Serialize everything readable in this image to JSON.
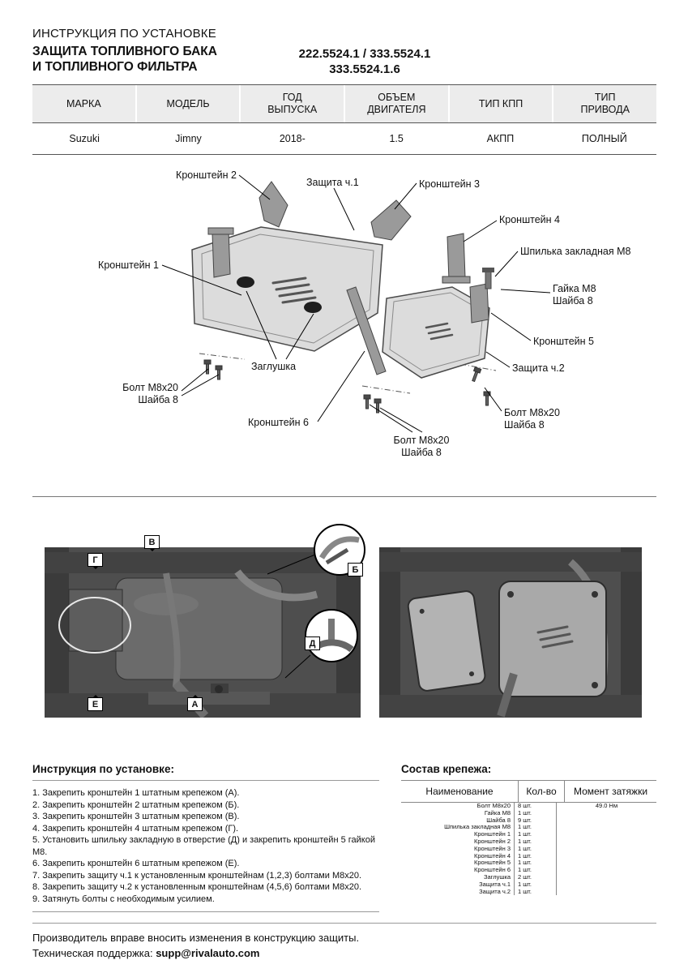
{
  "header": {
    "title": "ИНСТРУКЦИЯ ПО УСТАНОВКЕ",
    "subtitle_line1": "ЗАЩИТА ТОПЛИВНОГО БАКА",
    "subtitle_line2": "И ТОПЛИВНОГО ФИЛЬТРА",
    "part_numbers_top": "222.5524.1 / 333.5524.1",
    "part_numbers_bottom": "333.5524.1.6"
  },
  "vehicle_table": {
    "headers": [
      "МАРКА",
      "МОДЕЛЬ",
      "ГОД\nВЫПУСКА",
      "ОБЪЕМ\nДВИГАТЕЛЯ",
      "ТИП КПП",
      "ТИП\nПРИВОДА"
    ],
    "row": [
      "Suzuki",
      "Jimny",
      "2018-",
      "1.5",
      "АКПП",
      "ПОЛНЫЙ"
    ]
  },
  "diagram": {
    "labels": {
      "bracket2": "Кронштейн 2",
      "shield1": "Защита ч.1",
      "bracket3": "Кронштейн 3",
      "bracket4": "Кронштейн 4",
      "stud": "Шпилька закладная М8",
      "bracket1": "Кронштейн 1",
      "nut": "Гайка М8\nШайба 8",
      "bracket5": "Кронштейн 5",
      "shield2": "Защита ч.2",
      "plug": "Заглушка",
      "bolt_left": "Болт М8х20\nШайба 8",
      "bracket6": "Кронштейн 6",
      "bolt_center": "Болт М8х20\nШайба 8",
      "bolt_right": "Болт М8х20\nШайба 8"
    }
  },
  "photos": {
    "callouts": {
      "g": "Г",
      "v": "В",
      "b": "Б",
      "d": "Д",
      "e": "Е",
      "a": "А"
    }
  },
  "instructions": {
    "title": "Инструкция по установке:",
    "steps": [
      "1. Закрепить кронштейн 1 штатным крепежом (А).",
      "2. Закрепить кронштейн 2 штатным крепежом (Б).",
      "3. Закрепить кронштейн 3 штатным крепежом (В).",
      "4. Закрепить кронштейн 4 штатным крепежом (Г).",
      "5. Установить шпильку закладную в отверстие (Д) и закрепить кронштейн 5 гайкой М8.",
      "6. Закрепить кронштейн 6 штатным крепежом (Е).",
      "7. Закрепить защиту ч.1 к установленным кронштейнам (1,2,3) болтами М8х20.",
      "8. Закрепить защиту ч.2 к установленным кронштейнам (4,5,6) болтами М8х20.",
      "9. Затянуть болты с необходимым усилием."
    ]
  },
  "fasteners": {
    "title": "Состав крепежа:",
    "headers": [
      "Наименование",
      "Кол-во",
      "Момент затяжки"
    ],
    "rows": [
      {
        "name": "Болт М8х20",
        "qty": "8 шт.",
        "torque": "49.0 Нм"
      },
      {
        "name": "Гайка М8",
        "qty": "1 шт.",
        "torque": ""
      },
      {
        "name": "Шайба 8",
        "qty": "9 шт.",
        "torque": ""
      },
      {
        "name": "Шпилька закладная М8",
        "qty": "1 шт.",
        "torque": ""
      },
      {
        "name": "Кронштейн 1",
        "qty": "1 шт.",
        "torque": ""
      },
      {
        "name": "Кронштейн 2",
        "qty": "1 шт.",
        "torque": ""
      },
      {
        "name": "Кронштейн 3",
        "qty": "1 шт.",
        "torque": ""
      },
      {
        "name": "Кронштейн 4",
        "qty": "1 шт.",
        "torque": ""
      },
      {
        "name": "Кронштейн 5",
        "qty": "1 шт.",
        "torque": ""
      },
      {
        "name": "Кронштейн 6",
        "qty": "1 шт.",
        "torque": ""
      },
      {
        "name": "Заглушка",
        "qty": "2 шт.",
        "torque": ""
      },
      {
        "name": "Защита ч.1",
        "qty": "1 шт.",
        "torque": ""
      },
      {
        "name": "Защита ч.2",
        "qty": "1 шт.",
        "torque": ""
      }
    ]
  },
  "footer": {
    "line1": "Производитель вправе вносить изменения в конструкцию защиты.",
    "line2_prefix": "Техническая поддержка: ",
    "email": "supp@rivalauto.com"
  }
}
